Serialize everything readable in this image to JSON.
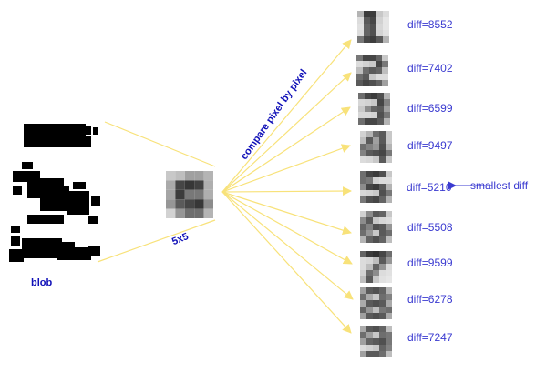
{
  "labels": {
    "blob": "blob",
    "five_by_five": "5x5",
    "compare": "compare pixel by pixel",
    "smallest": "smallest diff"
  },
  "colors": {
    "text": "#3a3ad0",
    "label_dark": "#1010b8",
    "arrow": "#f8e27a",
    "blob_ink": "#000000"
  },
  "templates": [
    {
      "digit": "1",
      "diff": "diff=8552"
    },
    {
      "digit": "2",
      "diff": "diff=7402"
    },
    {
      "digit": "3",
      "diff": "diff=6599"
    },
    {
      "digit": "4",
      "diff": "diff=9497"
    },
    {
      "digit": "5",
      "diff": "diff=5210"
    },
    {
      "digit": "6",
      "diff": "diff=5508"
    },
    {
      "digit": "7",
      "diff": "diff=9599"
    },
    {
      "digit": "8",
      "diff": "diff=6278"
    },
    {
      "digit": "9",
      "diff": "diff=7247"
    }
  ],
  "smallest_index": 4
}
